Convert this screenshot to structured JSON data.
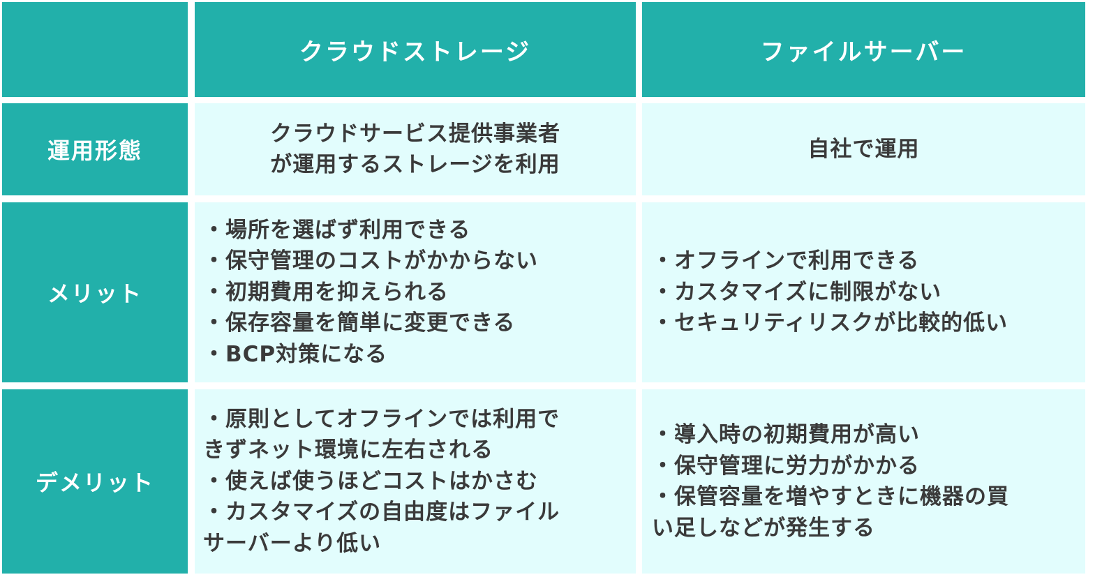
{
  "colors": {
    "header_bg": "#22b0aa",
    "cell_bg": "#e2fdfd",
    "header_text": "#ffffff",
    "body_text": "#3a3a3a"
  },
  "header": {
    "corner": "",
    "columns": [
      "クラウドストレージ",
      "ファイルサーバー"
    ]
  },
  "rows": [
    {
      "label": "運用形態",
      "cloud": [
        "クラウドサービス提供事業者",
        "が運用するストレージを利用"
      ],
      "fileserver": [
        "自社で運用"
      ]
    },
    {
      "label": "メリット",
      "cloud": [
        "・場所を選ばず利用できる",
        "・保守管理のコストがかからない",
        "・初期費用を抑えられる",
        "・保存容量を簡単に変更できる",
        "・BCP対策になる"
      ],
      "fileserver": [
        "・オフラインで利用できる",
        "・カスタマイズに制限がない",
        "・セキュリティリスクが比較的低い"
      ]
    },
    {
      "label": "デメリット",
      "cloud": [
        "・原則としてオフラインでは利用で",
        "きずネット環境に左右される",
        "・使えば使うほどコストはかさむ",
        "・カスタマイズの自由度はファイル",
        "サーバーより低い"
      ],
      "fileserver": [
        "・導入時の初期費用が高い",
        "・保守管理に労力がかかる",
        "・保管容量を増やすときに機器の買",
        "い足しなどが発生する"
      ]
    }
  ]
}
